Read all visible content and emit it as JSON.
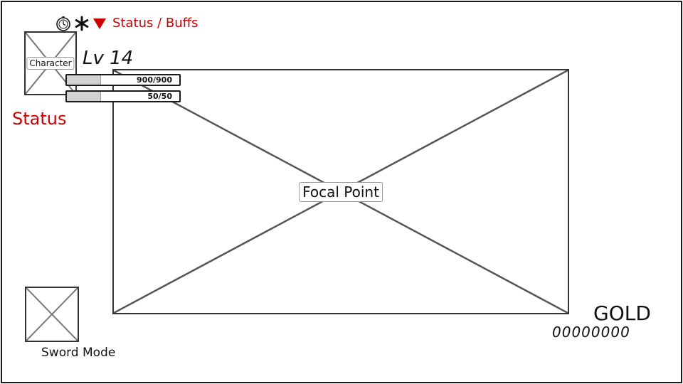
{
  "status_bar": {
    "icons": [
      "stopwatch-icon",
      "asterisk-icon",
      "down-triangle-icon"
    ],
    "label": "Status / Buffs",
    "accent_color": "#cc0000"
  },
  "character": {
    "portrait_label": "Character",
    "level": "Lv 14"
  },
  "hp": {
    "text": "900/900",
    "fill": 0.3
  },
  "mp": {
    "text": "50/50",
    "fill": 0.3
  },
  "status": {
    "label": "Status"
  },
  "focal": {
    "label": "Focal Point"
  },
  "mode": {
    "label": "Sword Mode"
  },
  "gold": {
    "label": "GOLD",
    "value": "00000000"
  }
}
